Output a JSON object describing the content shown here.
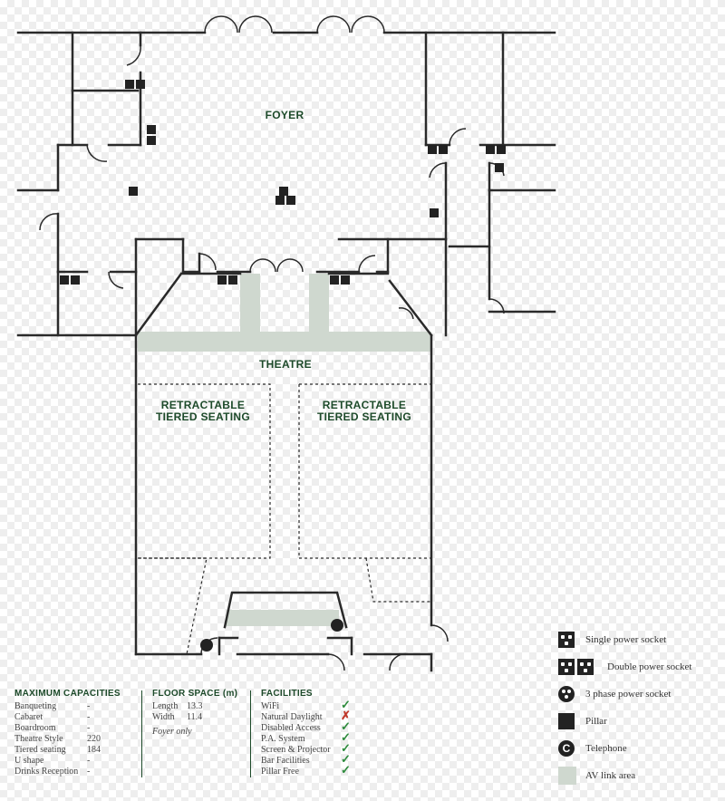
{
  "rooms": {
    "foyer": "FOYER",
    "theatre": "THEATRE",
    "seating_left": "RETRACTABLE TIERED SEATING",
    "seating_right": "RETRACTABLE TIERED SEATING"
  },
  "colors": {
    "wall": "#2a2a2a",
    "av": "#cfd8cf",
    "heading": "#1d4a2a",
    "check": "#2e8b3d",
    "cross": "#c0392b"
  },
  "legend": [
    {
      "icon": "single-socket-icon",
      "label": "Single power socket"
    },
    {
      "icon": "double-socket-icon",
      "label": "Double power socket"
    },
    {
      "icon": "three-phase-socket-icon",
      "label": "3 phase power socket"
    },
    {
      "icon": "pillar-icon",
      "label": "Pillar"
    },
    {
      "icon": "telephone-icon",
      "label": "Telephone"
    },
    {
      "icon": "av-link-icon",
      "label": "AV link area"
    }
  ],
  "capacities": {
    "title": "MAXIMUM CAPACITIES",
    "rows": [
      {
        "label": "Banqueting",
        "value": "-"
      },
      {
        "label": "Cabaret",
        "value": "-"
      },
      {
        "label": "Boardroom",
        "value": "-"
      },
      {
        "label": "Theatre Style",
        "value": "220"
      },
      {
        "label": "Tiered seating",
        "value": "184"
      },
      {
        "label": "U shape",
        "value": "-"
      },
      {
        "label": "Drinks Reception",
        "value": "-"
      }
    ]
  },
  "floor_space": {
    "title": "FLOOR SPACE (m)",
    "length_label": "Length",
    "length_value": "13.3",
    "width_label": "Width",
    "width_value": "11.4",
    "note": "Foyer only"
  },
  "facilities": {
    "title": "FACILITIES",
    "rows": [
      {
        "label": "WiFi",
        "mark": "✓",
        "available": true
      },
      {
        "label": "Natural Daylight",
        "mark": "✗",
        "available": false
      },
      {
        "label": "Disabled Access",
        "mark": "✓",
        "available": true
      },
      {
        "label": "P.A. System",
        "mark": "✓",
        "available": true
      },
      {
        "label": "Screen & Projector",
        "mark": "✓",
        "available": true
      },
      {
        "label": "Bar Facilities",
        "mark": "✓",
        "available": true
      },
      {
        "label": "Pillar Free",
        "mark": "✓",
        "available": true
      }
    ]
  }
}
